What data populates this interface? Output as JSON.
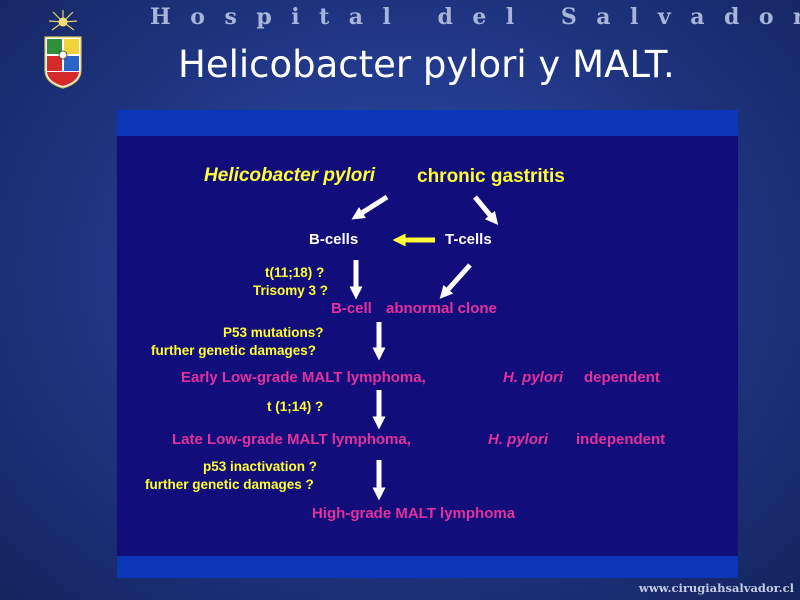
{
  "header": {
    "hospital_name": "Hospital del Salvador",
    "title": "Helicobacter pylori y MALT."
  },
  "diagram": {
    "root_italic": "Helicobacter pylori",
    "root_rest": "chronic gastritis",
    "b_cells": "B-cells",
    "t_cells": "T-cells",
    "t1118": "t(11;18) ?",
    "trisomy": "Trisomy   3 ?",
    "b_cell": "B-cell",
    "abnormal_clone": "abnormal clone",
    "p53_mutations": "P53  mutations?",
    "further_damages_1": "further genetic damages?",
    "early_lowgrade": "Early  Low-grade MALT lymphoma,",
    "hp_dependent_italic": "H. pylori",
    "dependent": "dependent",
    "t114": "t (1;14) ?",
    "late_lowgrade": "Late Low-grade MALT lymphoma,",
    "hp_independent_italic": "H. pylori",
    "independent": "independent",
    "p53_inactivation": "p53 inactivation  ?",
    "further_damages_2": "further genetic damages ?",
    "highgrade": "High-grade MALT lymphoma"
  },
  "footer": {
    "website": "www.cirugiahsalvador.cl"
  },
  "colors": {
    "background": "#22398a",
    "inner_slide": "#110d7a",
    "inner_band": "#0b36b8",
    "yellow_text": "#ffff33",
    "magenta_text": "#e2319e",
    "white_text": "#ffffff"
  },
  "icons": [
    "university-crest-icon"
  ]
}
